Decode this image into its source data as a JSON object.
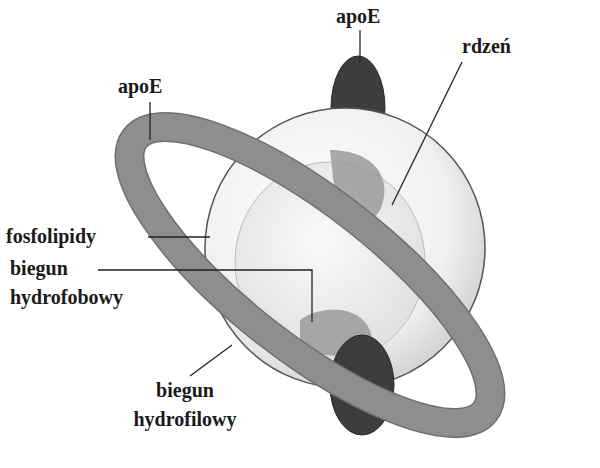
{
  "diagram": {
    "labels": [
      "apoE",
      "apoE",
      "rdzeń",
      "fosfolipidy",
      "biegun hydrofobowy",
      "biegun hydrofilowy"
    ]
  }
}
